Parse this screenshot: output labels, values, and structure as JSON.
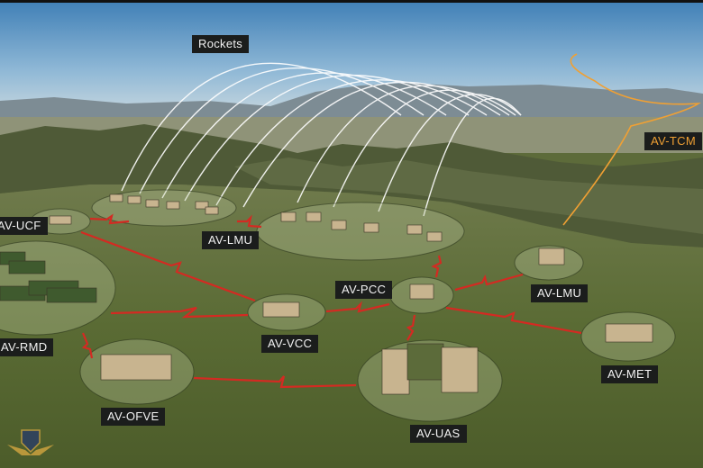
{
  "title_label": "Rockets",
  "units": [
    {
      "id": "ucf",
      "label": "AV-UCF"
    },
    {
      "id": "lmu1",
      "label": "AV-LMU"
    },
    {
      "id": "lmu2",
      "label": "AV-LMU"
    },
    {
      "id": "tcm",
      "label": "AV-TCM"
    },
    {
      "id": "pcc",
      "label": "AV-PCC"
    },
    {
      "id": "rmd",
      "label": "AV-RMD"
    },
    {
      "id": "vcc",
      "label": "AV-VCC"
    },
    {
      "id": "met",
      "label": "AV-MET"
    },
    {
      "id": "ofve",
      "label": "AV-OFVE"
    },
    {
      "id": "uas",
      "label": "AV-UAS"
    }
  ],
  "colors": {
    "link": "#d42a22",
    "rocket_arc": "#ffffff",
    "tcm_path": "#f0a033",
    "label_bg": "#1b1d1c"
  }
}
